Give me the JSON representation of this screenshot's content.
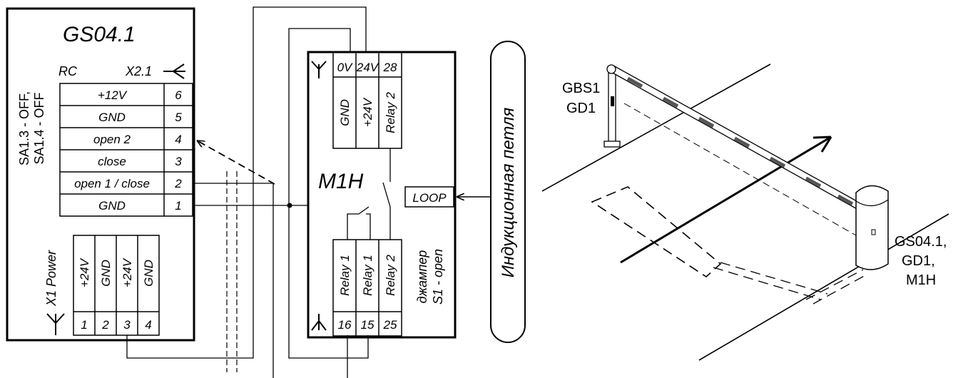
{
  "gs": {
    "title": "GS04.1",
    "rc_label": "RC",
    "x21_label": "X2.1",
    "sa_line1": "SA1.3 - OFF,",
    "sa_line2": "SA1.4 - OFF",
    "rc_rows": [
      {
        "label": "+12V",
        "pin": "6"
      },
      {
        "label": "GND",
        "pin": "5"
      },
      {
        "label": "open 2",
        "pin": "4"
      },
      {
        "label": "close",
        "pin": "3"
      },
      {
        "label": "open 1 / close",
        "pin": "2"
      },
      {
        "label": "GND",
        "pin": "1"
      }
    ],
    "x1_label": "X1 Power",
    "x1_cols": [
      {
        "label": "+24V",
        "pin": "1"
      },
      {
        "label": "GND",
        "pin": "2"
      },
      {
        "label": "+24V",
        "pin": "3"
      },
      {
        "label": "GND",
        "pin": "4"
      }
    ]
  },
  "m1h": {
    "title": "M1H",
    "top_pins": [
      "0V",
      "24V",
      "28"
    ],
    "top_labels": [
      "GND",
      "+24V",
      "Relay 2"
    ],
    "bottom_pins": [
      "16",
      "15",
      "25"
    ],
    "bottom_labels": [
      "Relay 1",
      "Relay 1",
      "Relay 2"
    ],
    "loop_label": "LOOP",
    "jumper_line1": "джампер",
    "jumper_line2": "S1 - open"
  },
  "loop_label": "Индукционная петля",
  "scene": {
    "post_line1": "GBS1",
    "post_line2": "GD1",
    "barrier_line1": "GS04.1,",
    "barrier_line2": "GD1,",
    "barrier_line3": "M1H"
  }
}
